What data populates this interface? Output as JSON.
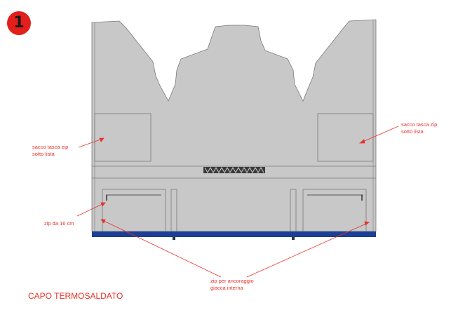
{
  "badge_number": "1",
  "caption": "CAPO TERMOSALDATO",
  "colors": {
    "garment": "#c8c8c8",
    "outline": "#7a7a7a",
    "hem_band": "#1b3f95",
    "annotation": "#e8322b",
    "badge": "#e21f1a"
  },
  "labels": {
    "left_pocket": "sacco tasca zip\nsotto lista",
    "right_pocket": "sacco tasca zip\nsotto lista",
    "zip_length": "zip da 16 cm",
    "anchor_zip": "zip per ancoraggio\ngiacca interna"
  }
}
